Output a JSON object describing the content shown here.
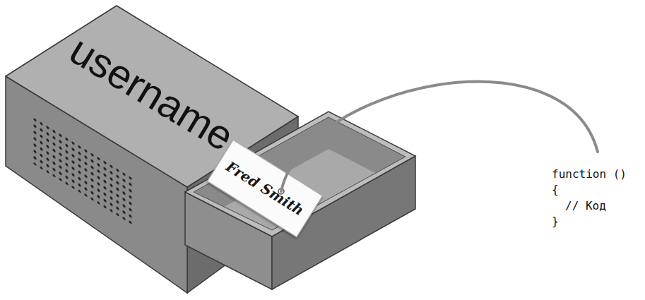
{
  "diagram": {
    "nodes": [
      {
        "text": [
          "username"
        ]
      },
      {
        "text": [
          "Fred Smith"
        ],
        "in": 0
      }
    ],
    "labels": [
      "function ()",
      "{",
      "// Код",
      "}"
    ]
  }
}
